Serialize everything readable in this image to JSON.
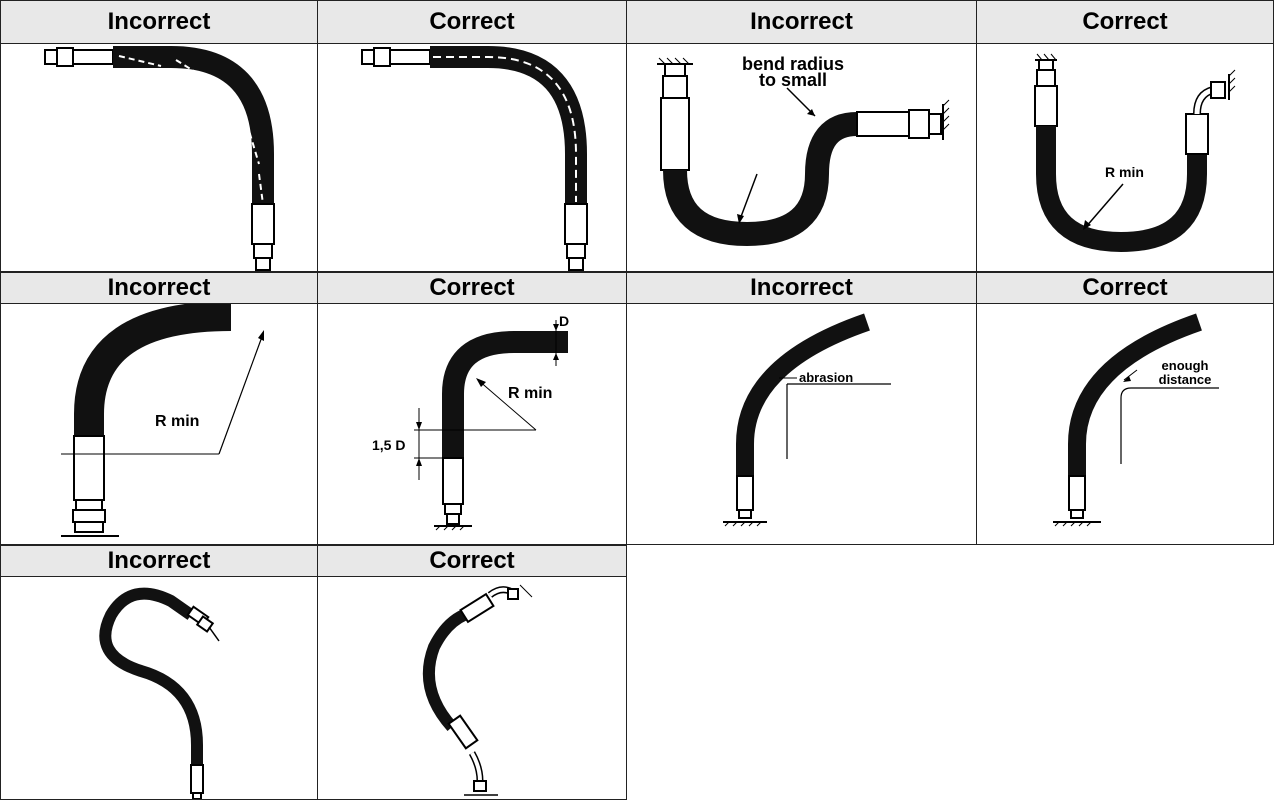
{
  "headers": {
    "r1c1": "Incorrect",
    "r1c2": "Correct",
    "r1c3": "Incorrect",
    "r1c4": "Correct",
    "r2c1": "Incorrect",
    "r2c2": "Correct",
    "r2c3": "Incorrect",
    "r2c4": "Correct",
    "r3c1": "Incorrect",
    "r3c2": "Correct"
  },
  "annotations": {
    "bend_radius_line1": "bend radius",
    "bend_radius_line2": "to small",
    "r_min": "R min",
    "d": "D",
    "one_five_d": "1,5 D",
    "abrasion": "abrasion",
    "enough": "enough",
    "distance": "distance"
  }
}
